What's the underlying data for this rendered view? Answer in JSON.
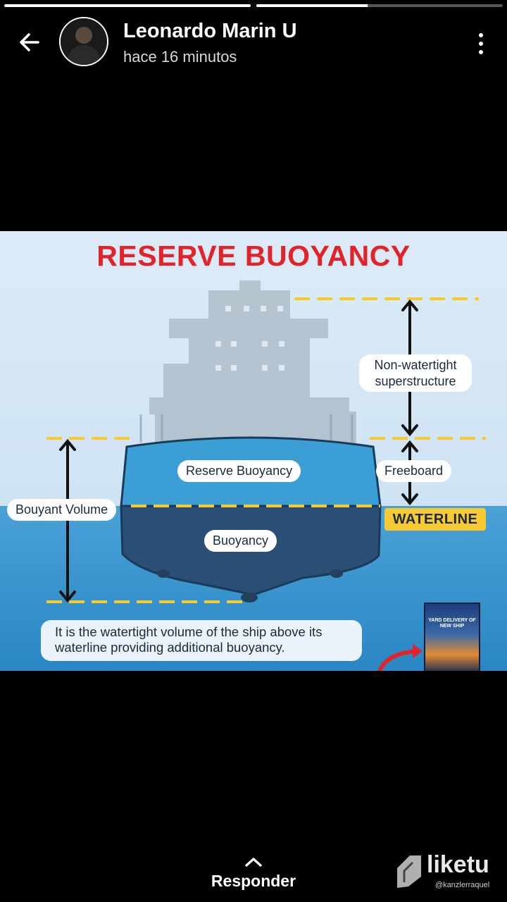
{
  "story": {
    "progress": [
      1.0,
      0.45
    ]
  },
  "header": {
    "username": "Leonardo Marin U",
    "timestamp": "hace 16 minutos",
    "back_icon": "arrow-left-icon",
    "more_icon": "more-vertical-icon"
  },
  "infographic": {
    "title": "RESERVE BUOYANCY",
    "labels": {
      "non_watertight": "Non-watertight superstructure",
      "reserve_buoyancy": "Reserve Buoyancy",
      "freeboard": "Freeboard",
      "bouyant_volume": "Bouyant Volume",
      "waterline": "WATERLINE",
      "buoyancy": "Buoyancy"
    },
    "description": "It is the watertight volume of the ship above its waterline providing additional buoyancy.",
    "book_title": "YARD DELIVERY OF NEW SHIP",
    "colors": {
      "title_red": "#e22329",
      "sea_blue": "#2a86c4",
      "dash_yellow": "#f7c933"
    }
  },
  "footer": {
    "reply_label": "Responder",
    "watermark_brand": "liketu",
    "watermark_handle": "@kanzlerraquel"
  }
}
